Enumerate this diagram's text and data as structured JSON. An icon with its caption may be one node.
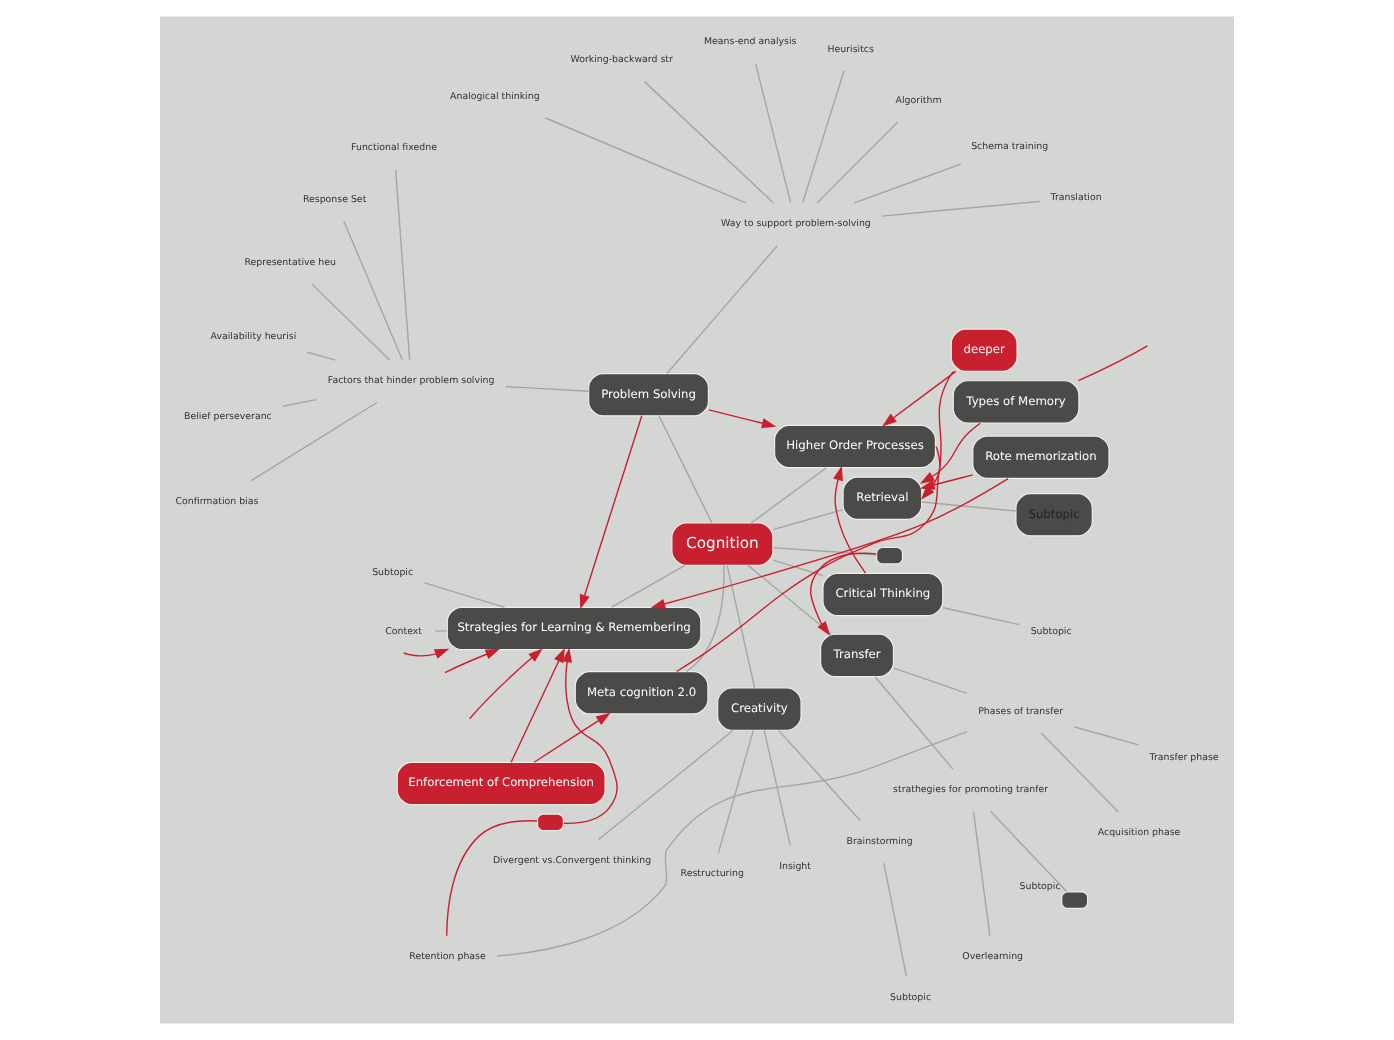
{
  "diagram": {
    "nodes": [
      {
        "text": [
          "Cognition"
        ]
      },
      {
        "text": [
          "Retrieval"
        ]
      },
      {
        "text": [
          "Subtopic"
        ]
      },
      {
        "text": [
          "Higher Order Processes"
        ]
      },
      {
        "text": [
          "Rote memorization"
        ]
      },
      {
        "text": [
          "Problem Solving"
        ]
      },
      {
        "text": [
          "Strategies for Learning & Remembering"
        ]
      },
      {
        "text": [
          "Enforcement of Comprehension"
        ]
      },
      {
        "text": [
          "Meta cognition 2.0"
        ]
      },
      {
        "text": [
          "deeper"
        ]
      },
      {
        "text": [
          "Creativity"
        ]
      },
      {
        "text": [
          "Transfer"
        ]
      },
      {
        "text": [
          "Critical Thinking"
        ]
      },
      {
        "text": [],
        "shape": "box"
      },
      {
        "text": [
          "Types of Memory"
        ]
      },
      {
        "text": [
          "Way to support problem-solving"
        ]
      },
      {
        "text": [
          "Translation"
        ]
      },
      {
        "text": [
          "Schema training"
        ]
      },
      {
        "text": [
          "Algorithm"
        ]
      },
      {
        "text": [
          "Heurisitcs"
        ]
      },
      {
        "text": [
          "Means-end analysis"
        ]
      },
      {
        "text": [
          "Working-backward str"
        ]
      },
      {
        "text": [
          "Analogical thinking"
        ]
      },
      {
        "text": [
          "Factors that hinder problem solving"
        ]
      },
      {
        "text": [
          "Functional fixedne"
        ]
      },
      {
        "text": [
          "Response Set"
        ]
      },
      {
        "text": [
          "Representative heu"
        ]
      },
      {
        "text": [
          "Availability heurisi"
        ]
      },
      {
        "text": [
          "Belief perseveranc"
        ]
      },
      {
        "text": [
          "Confirmation bias"
        ]
      },
      {
        "text": [
          "Subtopic"
        ]
      },
      {
        "text": [
          "Context"
        ]
      },
      {
        "text": [
          "Divergent vs.Convergent thinking"
        ]
      },
      {
        "text": [
          "Overlearning"
        ]
      },
      {
        "text": [
          "Restructuring"
        ]
      },
      {
        "text": [
          "Insight"
        ]
      },
      {
        "text": [
          "Brainstorming"
        ]
      },
      {
        "text": [
          "Subtopic"
        ]
      },
      {
        "text": [],
        "shape": "box"
      },
      {
        "text": [
          "strathegies for promoting tranfer"
        ]
      },
      {
        "text": [
          "Phases of transfer"
        ]
      },
      {
        "text": [
          "Acquisition phase"
        ]
      },
      {
        "text": [
          "Retention phase"
        ]
      },
      {
        "text": [
          "Transfer phase"
        ]
      },
      {
        "text": [],
        "shape": "box",
        "beside": [
          "Subtopic"
        ]
      },
      {
        "text": [
          "Subtopic"
        ]
      }
    ],
    "edges": [
      {
        "from": 0,
        "to": 1,
        "arrow": "none"
      },
      {
        "from": 0,
        "to": 3,
        "arrow": "none"
      },
      {
        "from": 0,
        "to": 5,
        "arrow": "none"
      },
      {
        "from": 0,
        "to": 6,
        "arrow": "none"
      },
      {
        "from": 0,
        "to": 8,
        "arrow": "none"
      },
      {
        "from": 0,
        "to": 10,
        "arrow": "none"
      },
      {
        "from": 0,
        "to": 11,
        "arrow": "none"
      },
      {
        "from": 0,
        "to": 12,
        "arrow": "none"
      },
      {
        "from": 0,
        "to": 13,
        "arrow": "none"
      },
      {
        "from": 1,
        "to": 2,
        "arrow": "none"
      },
      {
        "from": 5,
        "to": 15,
        "arrow": "none"
      },
      {
        "from": 15,
        "to": 16,
        "arrow": "none"
      },
      {
        "from": 15,
        "to": 17,
        "arrow": "none"
      },
      {
        "from": 15,
        "to": 18,
        "arrow": "none"
      },
      {
        "from": 15,
        "to": 19,
        "arrow": "none"
      },
      {
        "from": 15,
        "to": 20,
        "arrow": "none"
      },
      {
        "from": 15,
        "to": 21,
        "arrow": "none"
      },
      {
        "from": 15,
        "to": 22,
        "arrow": "none"
      },
      {
        "from": 5,
        "to": 23,
        "arrow": "none"
      },
      {
        "from": 23,
        "to": 24,
        "arrow": "none"
      },
      {
        "from": 23,
        "to": 25,
        "arrow": "none"
      },
      {
        "from": 23,
        "to": 26,
        "arrow": "none"
      },
      {
        "from": 23,
        "to": 27,
        "arrow": "none"
      },
      {
        "from": 23,
        "to": 28,
        "arrow": "none"
      },
      {
        "from": 23,
        "to": 29,
        "arrow": "none"
      },
      {
        "from": 6,
        "to": 30,
        "arrow": "none"
      },
      {
        "from": 6,
        "to": 31,
        "arrow": "none"
      },
      {
        "from": 10,
        "to": 32,
        "arrow": "none"
      },
      {
        "from": 10,
        "to": 34,
        "arrow": "none"
      },
      {
        "from": 10,
        "to": 35,
        "arrow": "none"
      },
      {
        "from": 10,
        "to": 36,
        "arrow": "none"
      },
      {
        "from": 36,
        "to": 37,
        "arrow": "none"
      },
      {
        "from": 11,
        "to": 39,
        "arrow": "none"
      },
      {
        "from": 39,
        "to": 33,
        "arrow": "none"
      },
      {
        "from": 39,
        "to": 44,
        "arrow": "none"
      },
      {
        "from": 11,
        "to": 40,
        "arrow": "none"
      },
      {
        "from": 40,
        "to": 41,
        "arrow": "none"
      },
      {
        "from": 40,
        "to": 42,
        "arrow": "none"
      },
      {
        "from": 40,
        "to": 43,
        "arrow": "none"
      },
      {
        "from": 12,
        "to": 45,
        "arrow": "none"
      },
      {
        "from": 4,
        "to": 6,
        "arrow": "to",
        "color": "#c8202f"
      },
      {
        "from": 4,
        "to": 1,
        "arrow": "to",
        "color": "#c8202f"
      },
      {
        "from": 7,
        "to": 6,
        "arrow": "to",
        "color": "#c8202f"
      },
      {
        "from": 7,
        "to": 8,
        "arrow": "to",
        "color": "#c8202f"
      },
      {
        "from": 5,
        "to": 6,
        "arrow": "to",
        "color": "#c8202f"
      },
      {
        "from": 5,
        "to": 3,
        "arrow": "to",
        "color": "#c8202f"
      },
      {
        "from": 3,
        "to": 1,
        "arrow": "to",
        "color": "#c8202f"
      },
      {
        "from": 12,
        "to": 3,
        "arrow": "to",
        "color": "#c8202f"
      },
      {
        "from": 9,
        "to": 3,
        "arrow": "to",
        "color": "#c8202f"
      },
      {
        "from": 8,
        "to": 9,
        "arrow": "none",
        "color": "#c8202f"
      },
      {
        "from": 13,
        "to": 11,
        "arrow": "to",
        "color": "#c8202f"
      },
      {
        "from": 42,
        "to": 38,
        "arrow": "none",
        "color": "#c8202f"
      },
      {
        "from": 38,
        "to": 6,
        "arrow": "to",
        "color": "#c8202f"
      },
      {
        "from": 14,
        "to": 1,
        "arrow": "to",
        "color": "#c8202f"
      },
      {
        "from": 14,
        "to": null,
        "arrow": "none",
        "color": "#c8202f"
      },
      {
        "from": null,
        "to": 6,
        "arrow": "to",
        "color": "#c8202f"
      },
      {
        "from": null,
        "to": 6,
        "arrow": "to",
        "color": "#c8202f"
      },
      {
        "from": 31,
        "to": 6,
        "arrow": "to",
        "color": "#c8202f"
      }
    ]
  }
}
